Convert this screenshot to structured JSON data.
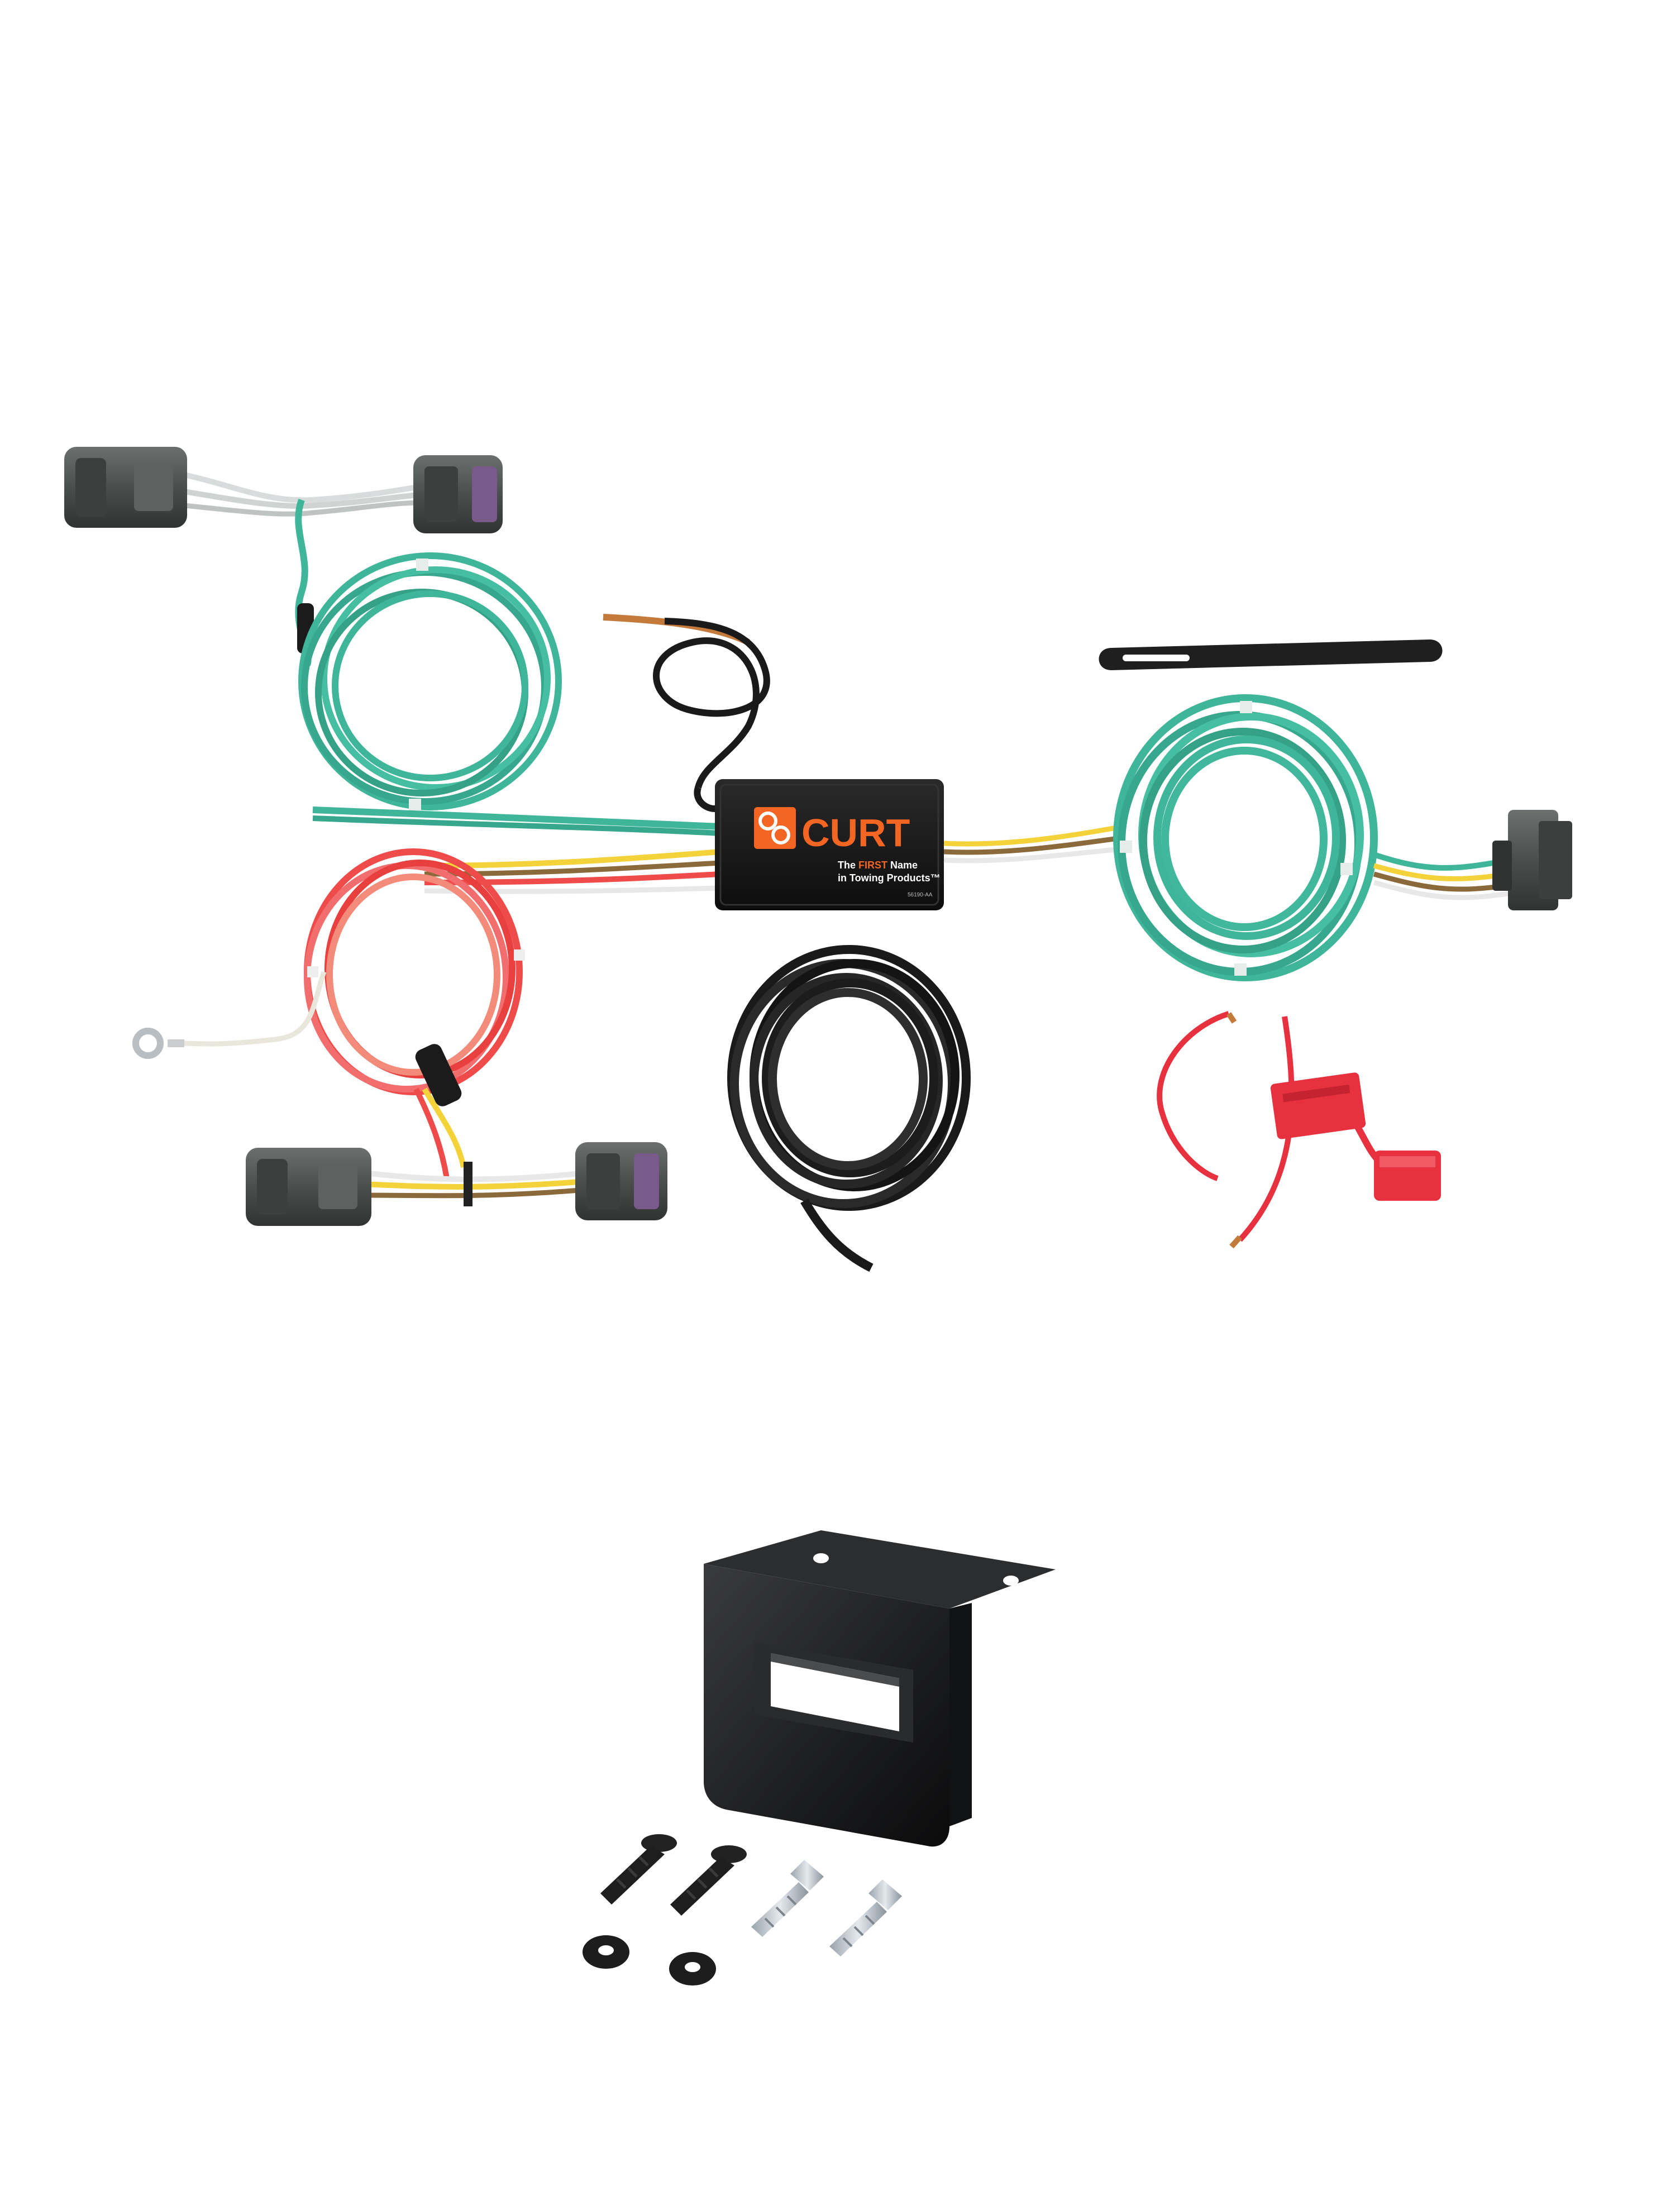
{
  "module": {
    "brand": "CURT",
    "tagline_line1_prefix": "The ",
    "tagline_line1_highlight": "FIRST",
    "tagline_line1_suffix": " Name",
    "tagline_line2": "in Towing Products™",
    "part_code": "56190-AA"
  },
  "colors": {
    "brand_orange": "#f26522",
    "wire_green": "#3fb59a",
    "wire_red": "#ef4b4b",
    "connector_gray": "#4a4f4d",
    "fuse_red": "#e8313f",
    "bracket_black": "#1c1d1f"
  }
}
